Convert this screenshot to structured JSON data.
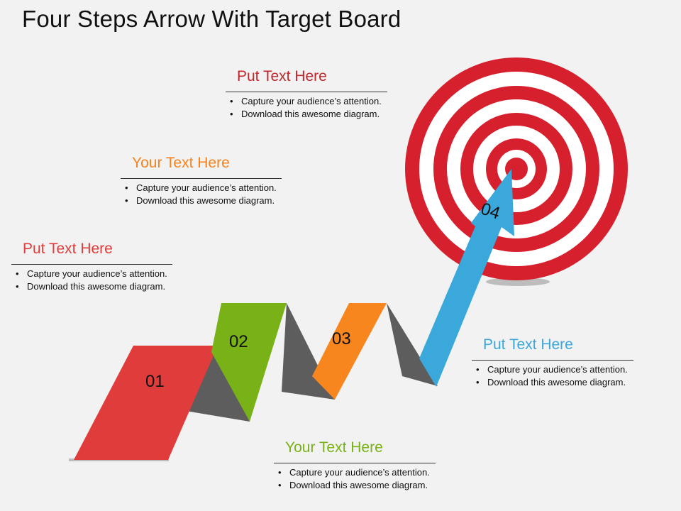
{
  "title": "Four Steps Arrow With Target Board",
  "colors": {
    "red": "#e03c3b",
    "green": "#78b216",
    "orange": "#f7861f",
    "blue": "#3ba8dc",
    "gray": "#5d5d5d",
    "target_red": "#d6202e",
    "target_white": "#ffffff"
  },
  "steps": [
    {
      "label": "01",
      "color": "red"
    },
    {
      "label": "02",
      "color": "green"
    },
    {
      "label": "03",
      "color": "orange"
    },
    {
      "label": "04",
      "color": "blue"
    }
  ],
  "text_boxes": [
    {
      "heading": "Put Text Here",
      "color": "#c0272d",
      "bullets": [
        "Capture your audience’s attention.",
        "Download this awesome diagram."
      ]
    },
    {
      "heading": "Your Text Here",
      "color": "#f5821f",
      "bullets": [
        "Capture your audience’s attention.",
        "Download this awesome diagram."
      ]
    },
    {
      "heading": "Put Text Here",
      "color": "#e03c3b",
      "bullets": [
        "Capture your audience’s attention.",
        "Download this awesome diagram."
      ]
    },
    {
      "heading": "Put Text Here",
      "color": "#3ba8dc",
      "bullets": [
        "Capture your audience’s attention.",
        "Download this awesome diagram."
      ]
    },
    {
      "heading": "Your Text Here",
      "color": "#78b216",
      "bullets": [
        "Capture your audience’s attention.",
        "Download this awesome diagram."
      ]
    }
  ]
}
